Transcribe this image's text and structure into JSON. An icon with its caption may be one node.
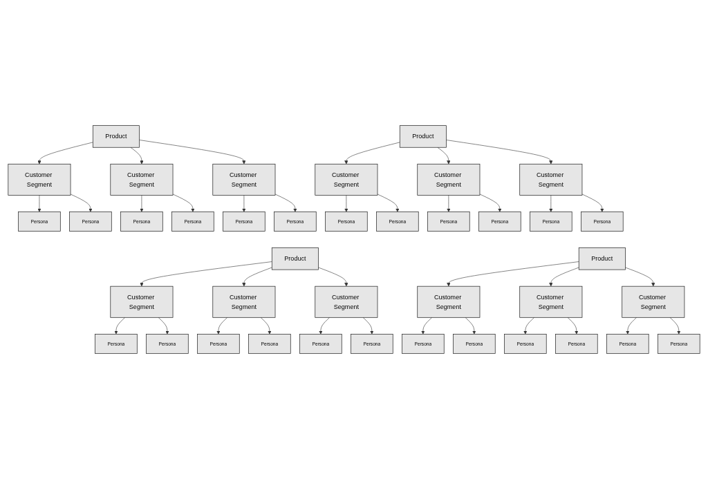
{
  "diagram": {
    "nodes": [
      {
        "text": [
          "Product"
        ]
      },
      {
        "text": [
          "Customer Segment"
        ]
      },
      {
        "text": [
          "Customer Segment"
        ]
      },
      {
        "text": [
          "Customer Segment"
        ]
      },
      {
        "text": [
          "Persona"
        ]
      },
      {
        "text": [
          "Persona"
        ]
      },
      {
        "text": [
          "Persona"
        ]
      },
      {
        "text": [
          "Persona"
        ]
      },
      {
        "text": [
          "Persona"
        ]
      },
      {
        "text": [
          "Persona"
        ]
      },
      {
        "text": [
          "Product"
        ]
      },
      {
        "text": [
          "Customer Segment"
        ]
      },
      {
        "text": [
          "Customer Segment"
        ]
      },
      {
        "text": [
          "Customer Segment"
        ]
      },
      {
        "text": [
          "Persona"
        ]
      },
      {
        "text": [
          "Persona"
        ]
      },
      {
        "text": [
          "Persona"
        ]
      },
      {
        "text": [
          "Persona"
        ]
      },
      {
        "text": [
          "Persona"
        ]
      },
      {
        "text": [
          "Persona"
        ]
      },
      {
        "text": [
          "Product"
        ]
      },
      {
        "text": [
          "Customer Segment"
        ]
      },
      {
        "text": [
          "Customer Segment"
        ]
      },
      {
        "text": [
          "Customer Segment"
        ]
      },
      {
        "text": [
          "Persona"
        ]
      },
      {
        "text": [
          "Persona"
        ]
      },
      {
        "text": [
          "Persona"
        ]
      },
      {
        "text": [
          "Persona"
        ]
      },
      {
        "text": [
          "Persona"
        ]
      },
      {
        "text": [
          "Persona"
        ]
      },
      {
        "text": [
          "Product"
        ]
      },
      {
        "text": [
          "Customer Segment"
        ]
      },
      {
        "text": [
          "Customer Segment"
        ]
      },
      {
        "text": [
          "Customer Segment"
        ]
      },
      {
        "text": [
          "Persona"
        ]
      },
      {
        "text": [
          "Persona"
        ]
      },
      {
        "text": [
          "Persona"
        ]
      },
      {
        "text": [
          "Persona"
        ]
      },
      {
        "text": [
          "Persona"
        ]
      },
      {
        "text": [
          "Persona"
        ]
      }
    ],
    "edges": [
      {
        "from": 0,
        "to": 1,
        "arrow": "to"
      },
      {
        "from": 0,
        "to": 2,
        "arrow": "to"
      },
      {
        "from": 0,
        "to": 3,
        "arrow": "to"
      },
      {
        "from": 1,
        "to": 4,
        "arrow": "to"
      },
      {
        "from": 1,
        "to": 5,
        "arrow": "to"
      },
      {
        "from": 2,
        "to": 6,
        "arrow": "to"
      },
      {
        "from": 2,
        "to": 7,
        "arrow": "to"
      },
      {
        "from": 3,
        "to": 8,
        "arrow": "to"
      },
      {
        "from": 3,
        "to": 9,
        "arrow": "to"
      },
      {
        "from": 10,
        "to": 11,
        "arrow": "to"
      },
      {
        "from": 10,
        "to": 12,
        "arrow": "to"
      },
      {
        "from": 10,
        "to": 13,
        "arrow": "to"
      },
      {
        "from": 11,
        "to": 14,
        "arrow": "to"
      },
      {
        "from": 11,
        "to": 15,
        "arrow": "to"
      },
      {
        "from": 12,
        "to": 16,
        "arrow": "to"
      },
      {
        "from": 12,
        "to": 17,
        "arrow": "to"
      },
      {
        "from": 13,
        "to": 18,
        "arrow": "to"
      },
      {
        "from": 13,
        "to": 19,
        "arrow": "to"
      },
      {
        "from": 20,
        "to": 21,
        "arrow": "to"
      },
      {
        "from": 20,
        "to": 22,
        "arrow": "to"
      },
      {
        "from": 20,
        "to": 23,
        "arrow": "to"
      },
      {
        "from": 21,
        "to": 24,
        "arrow": "to"
      },
      {
        "from": 21,
        "to": 25,
        "arrow": "to"
      },
      {
        "from": 22,
        "to": 26,
        "arrow": "to"
      },
      {
        "from": 22,
        "to": 27,
        "arrow": "to"
      },
      {
        "from": 23,
        "to": 28,
        "arrow": "to"
      },
      {
        "from": 23,
        "to": 29,
        "arrow": "to"
      },
      {
        "from": 30,
        "to": 31,
        "arrow": "to"
      },
      {
        "from": 30,
        "to": 32,
        "arrow": "to"
      },
      {
        "from": 30,
        "to": 33,
        "arrow": "to"
      },
      {
        "from": 31,
        "to": 34,
        "arrow": "to"
      },
      {
        "from": 31,
        "to": 35,
        "arrow": "to"
      },
      {
        "from": 32,
        "to": 36,
        "arrow": "to"
      },
      {
        "from": 32,
        "to": 37,
        "arrow": "to"
      },
      {
        "from": 33,
        "to": 38,
        "arrow": "to"
      },
      {
        "from": 33,
        "to": 39,
        "arrow": "to"
      }
    ]
  }
}
